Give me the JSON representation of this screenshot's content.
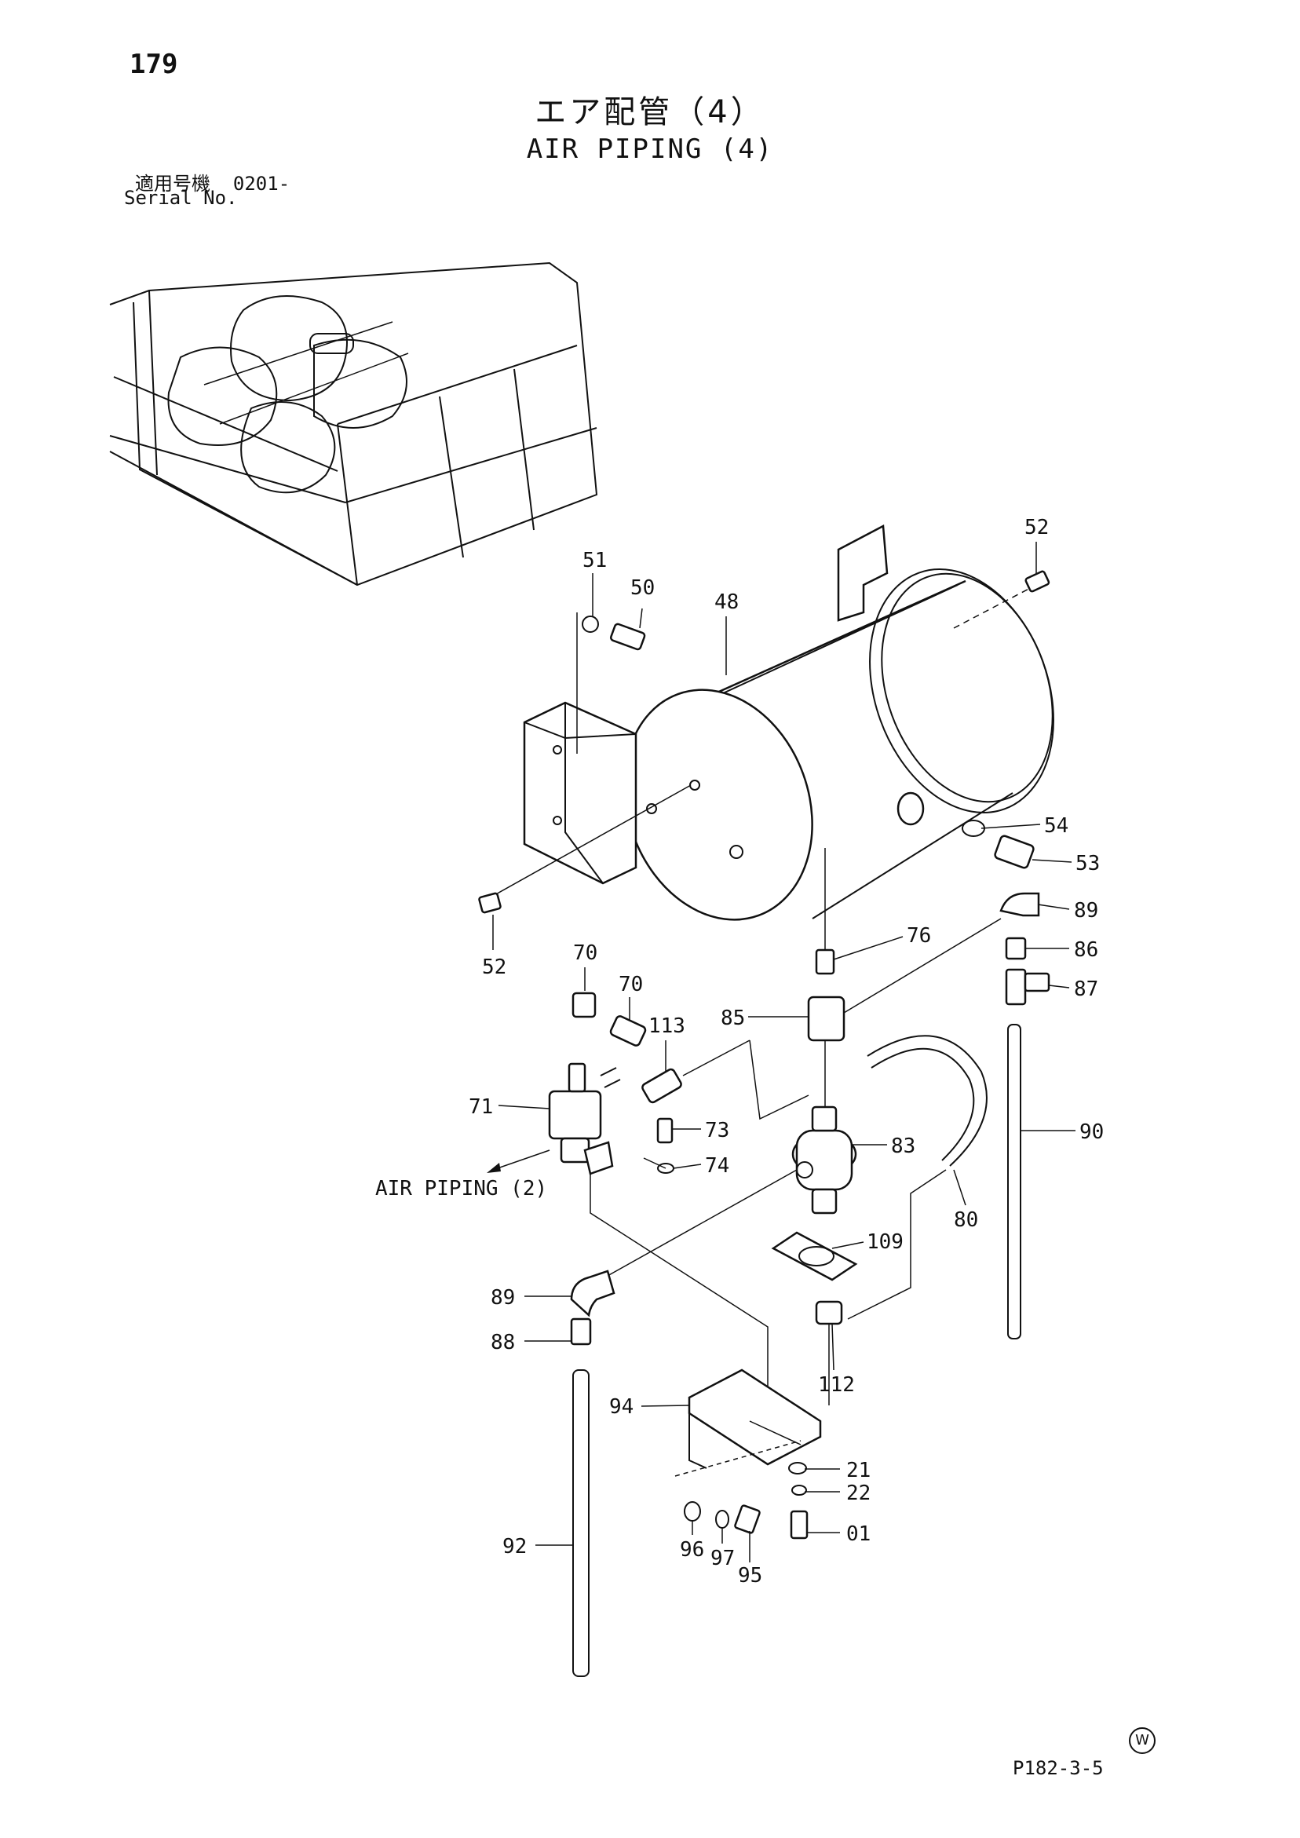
{
  "page_number": "179",
  "title_jp": "エア配管（4）",
  "title_en": "AIR PIPING (4)",
  "serial_label_jp": "適用号機",
  "serial_value": "0201-",
  "serial_label_en": "Serial No.",
  "doc_ref": "P182-3-5",
  "watermark": "W",
  "callouts": {
    "c51": "51",
    "c50": "50",
    "c48": "48",
    "c52a": "52",
    "c52b": "52",
    "c54": "54",
    "c53": "53",
    "c89a": "89",
    "c86": "86",
    "c87": "87",
    "c76": "76",
    "c70a": "70",
    "c70b": "70",
    "c113": "113",
    "c85": "85",
    "c71": "71",
    "c73": "73",
    "c74": "74",
    "c83": "83",
    "c90": "90",
    "c80": "80",
    "c109": "109",
    "c89b": "89",
    "c88": "88",
    "c112": "112",
    "c94": "94",
    "c21": "21",
    "c22": "22",
    "c01": "01",
    "c96": "96",
    "c97": "97",
    "c95": "95",
    "c92": "92"
  },
  "ref_air_piping_2": "AIR PIPING (2)"
}
